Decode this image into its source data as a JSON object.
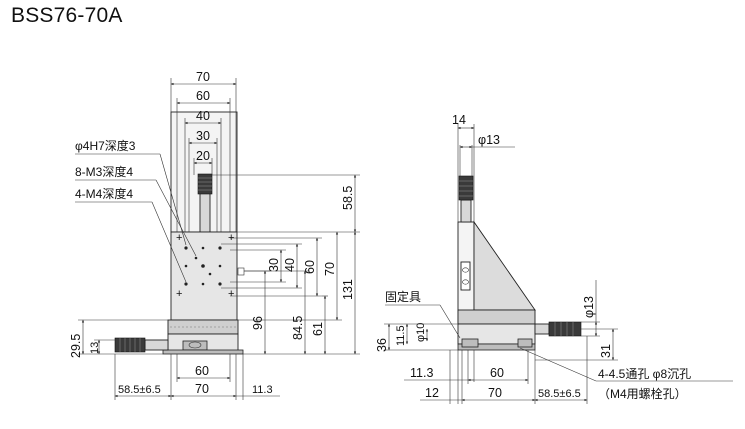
{
  "title": "BSS76-70A",
  "front_view": {
    "top_dims": [
      "70",
      "60",
      "40",
      "30",
      "20"
    ],
    "right_dims": [
      "58.5",
      "30",
      "40",
      "60",
      "70",
      "131",
      "84.5",
      "61",
      "96"
    ],
    "left_dims": [
      "29.5",
      "13"
    ],
    "bottom_dims": [
      "60",
      "70",
      "58.5±6.5",
      "11.3"
    ],
    "callouts": [
      "φ4H7深度3",
      "8-M3深度4",
      "4-M4深度4"
    ]
  },
  "side_view": {
    "top_dims": [
      "14",
      "φ13"
    ],
    "left_dims": [
      "36",
      "11.5",
      "φ10"
    ],
    "right_dims": [
      "φ13",
      "31"
    ],
    "bottom_dims": [
      "11.3",
      "60",
      "12",
      "70",
      "58.5±6.5"
    ],
    "labels": {
      "fixture": "固定具",
      "mount_hole": "4-4.5通孔 φ8沉孔",
      "mount_bolt": "（M4用螺栓孔）"
    }
  }
}
